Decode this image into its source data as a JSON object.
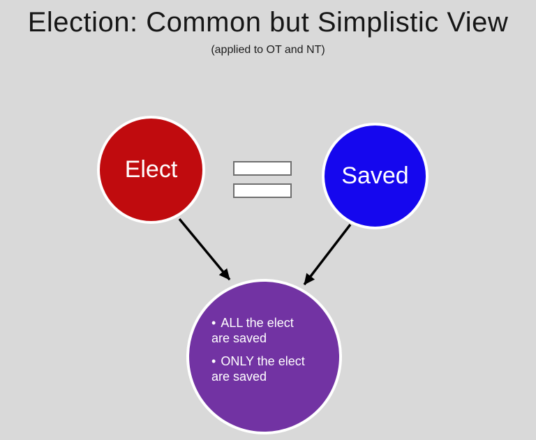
{
  "slide": {
    "title": "Election: Common but Simplistic View",
    "subtitle": "(applied to OT and NT)"
  },
  "colors": {
    "background": "#d9d9d9",
    "elect_red": "#c00b0e",
    "saved_blue": "#1507ee",
    "result_purple": "#7233a3",
    "circle_outline": "#ffffff",
    "equals_fill": "#ffffff",
    "equals_border": "#6e6e6e",
    "arrow": "#000000",
    "title_text": "#161616",
    "circle_text": "#ffffff"
  },
  "diagram": {
    "elect_circle": {
      "label": "Elect"
    },
    "saved_circle": {
      "label": "Saved"
    },
    "equals_icon": "double-bar-equals",
    "result_circle": {
      "bullet_char": "•",
      "bullets": [
        "ALL the elect are saved",
        "ONLY the elect are saved"
      ]
    }
  }
}
